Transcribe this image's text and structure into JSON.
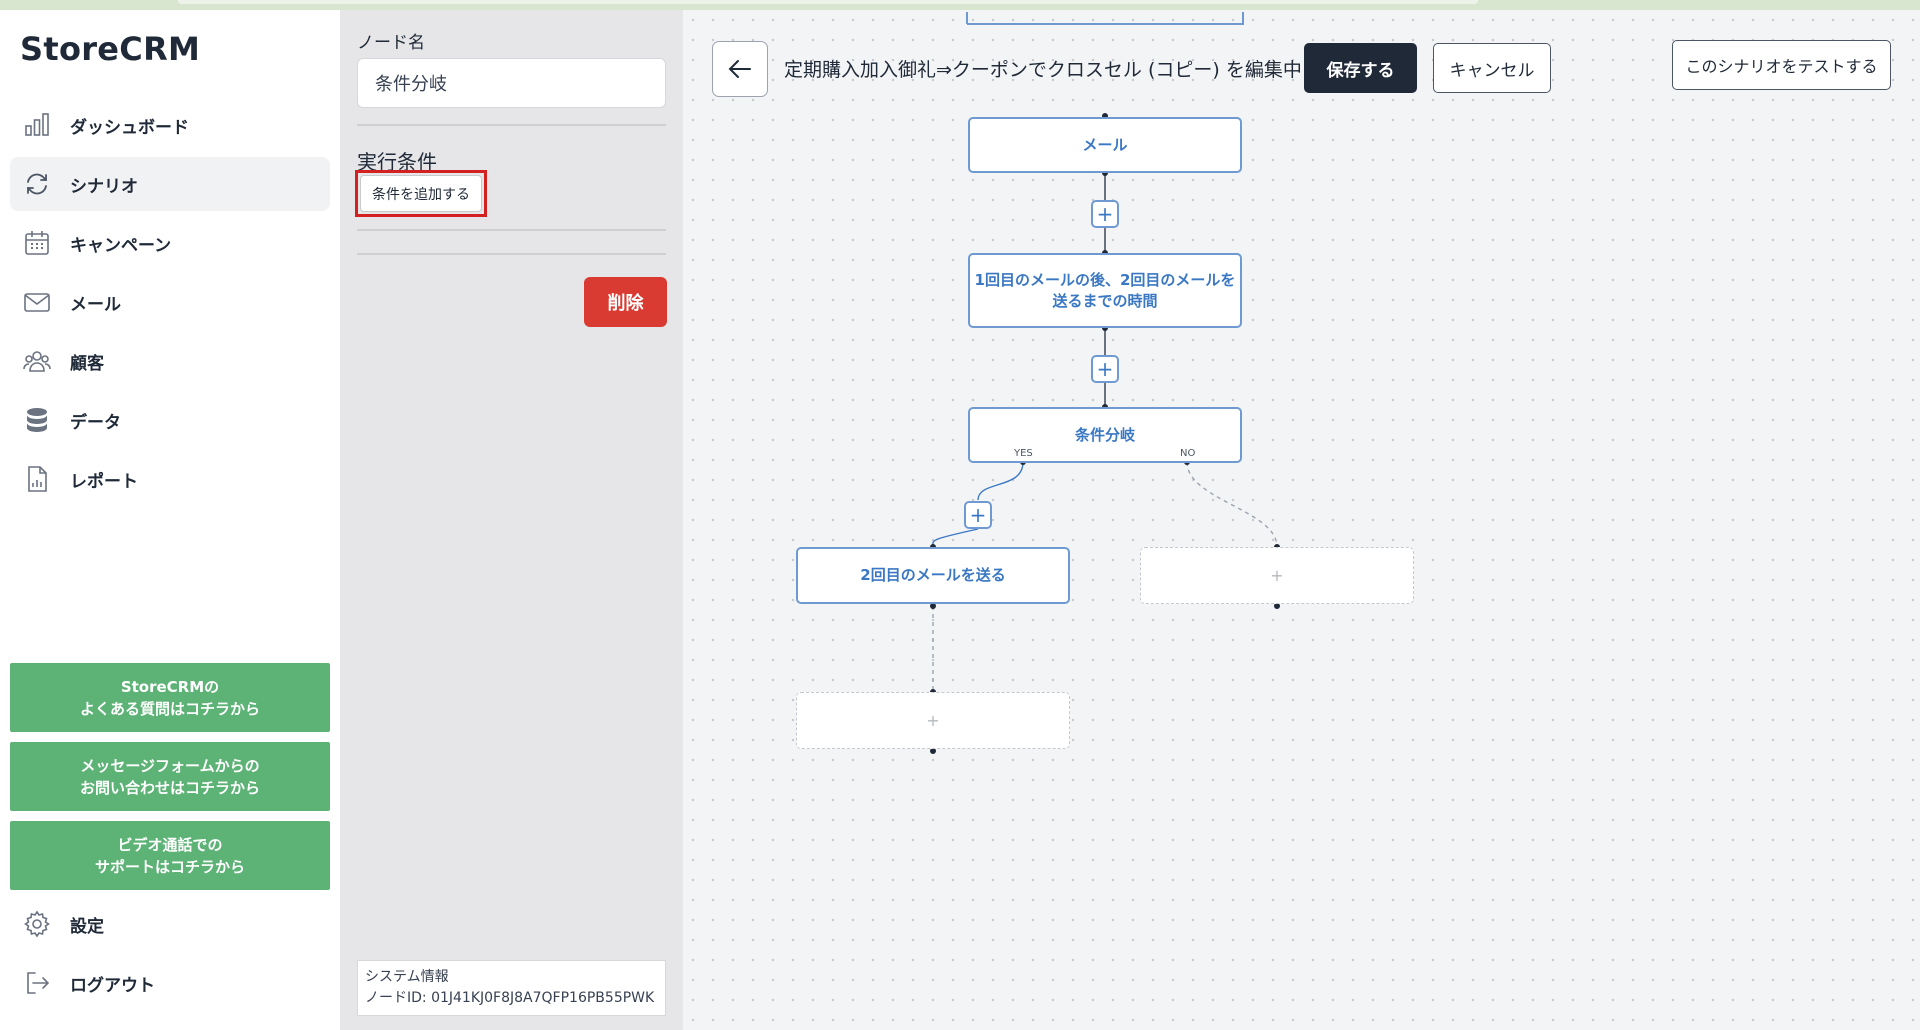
{
  "app": {
    "logo": "StoreCRM"
  },
  "sidebar": {
    "items": [
      {
        "label": "ダッシュボード",
        "icon": "bar-chart-icon"
      },
      {
        "label": "シナリオ",
        "icon": "refresh-icon",
        "active": true
      },
      {
        "label": "キャンペーン",
        "icon": "calendar-icon"
      },
      {
        "label": "メール",
        "icon": "mail-icon"
      },
      {
        "label": "顧客",
        "icon": "users-icon"
      },
      {
        "label": "データ",
        "icon": "database-icon"
      },
      {
        "label": "レポート",
        "icon": "report-icon"
      }
    ],
    "help_buttons": [
      {
        "line1": "StoreCRMの",
        "line2": "よくある質問はコチラから"
      },
      {
        "line1": "メッセージフォームからの",
        "line2": "お問い合わせはコチラから"
      },
      {
        "line1": "ビデオ通話での",
        "line2": "サポートはコチラから"
      }
    ],
    "bottom_items": [
      {
        "label": "設定",
        "icon": "gear-icon"
      },
      {
        "label": "ログアウト",
        "icon": "logout-icon"
      }
    ]
  },
  "panel": {
    "node_name_label": "ノード名",
    "node_name_value": "条件分岐",
    "condition_label": "実行条件",
    "add_condition_button": "条件を追加する",
    "delete_button": "削除",
    "system_info_title": "システム情報",
    "node_id": "ノードID: 01J41KJ0F8J8A7QFP16PB55PWK"
  },
  "editor": {
    "title": "定期購入加入御礼⇒クーポンでクロスセル (コピー) を編集中",
    "save_button": "保存する",
    "cancel_button": "キャンセル",
    "test_button": "このシナリオをテストする"
  },
  "flow": {
    "nodes": {
      "mail": "メール",
      "wait_line1": "1回目のメールの後、2回目のメールを",
      "wait_line2": "送るまでの時間",
      "branch": "条件分岐",
      "send_second": "2回目のメールを送る"
    },
    "yes_label": "YES",
    "no_label": "NO",
    "plus_symbol": "+"
  },
  "colors": {
    "accent_green": "#5db276",
    "node_blue": "#3b78c4",
    "delete_red": "#d93a32",
    "save_dark": "#1f2937",
    "highlight_red": "#d32020"
  }
}
